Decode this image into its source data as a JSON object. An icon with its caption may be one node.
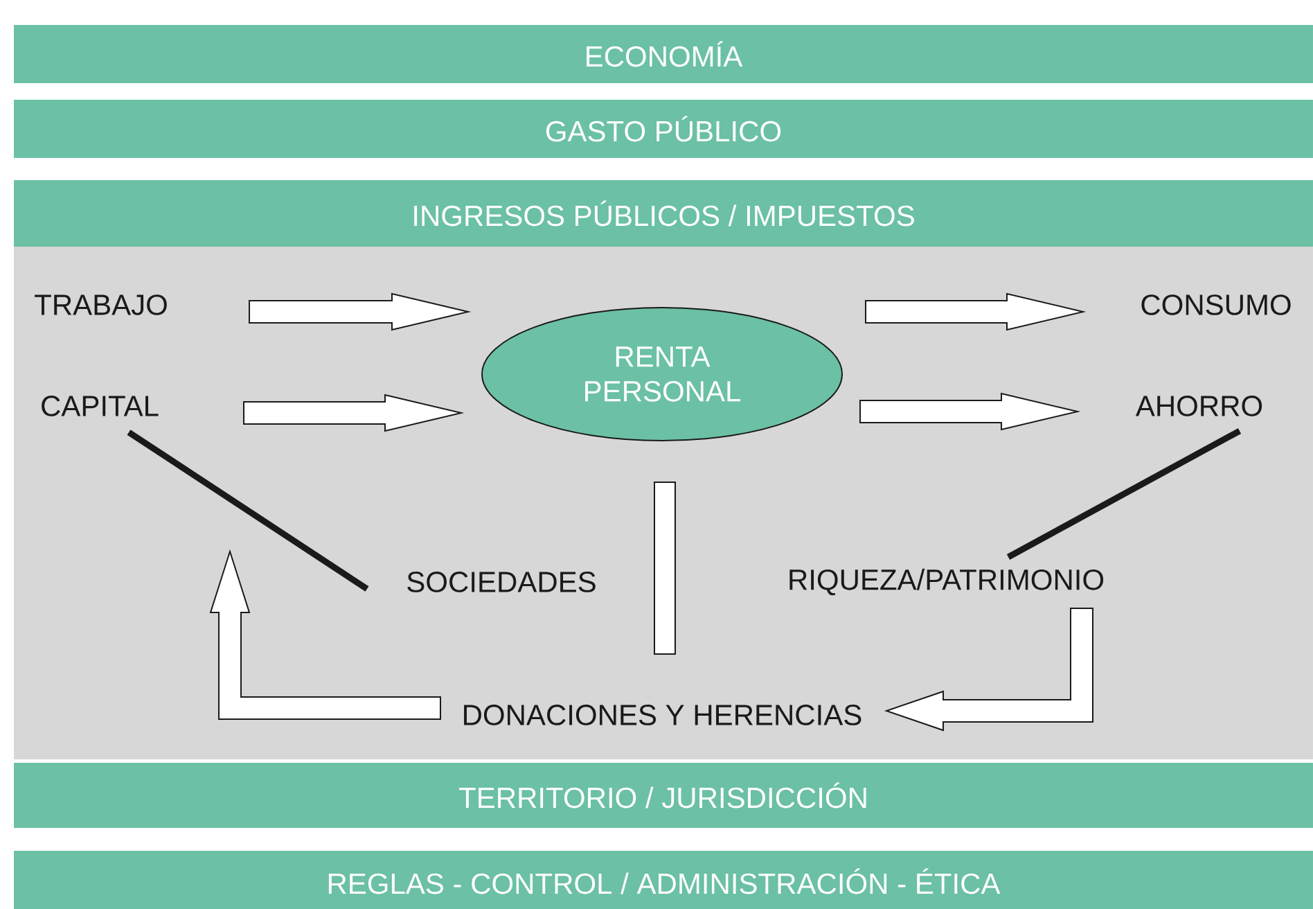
{
  "diagram": {
    "nodes": [
      {
        "text": [
          "ECONOMÍA"
        ]
      },
      {
        "text": [
          "GASTO PÚBLICO"
        ]
      },
      {
        "text": [
          "INGRESOS PÚBLICOS / IMPUESTOS"
        ]
      },
      {
        "text": [
          "TRABAJO"
        ]
      },
      {
        "text": [
          "RENTA PERSONAL"
        ]
      },
      {
        "text": [
          "CONSUMO"
        ]
      },
      {
        "text": [
          "CAPITAL"
        ]
      },
      {
        "text": [
          "AHORRO"
        ]
      },
      {
        "text": [
          "SOCIEDADES"
        ]
      },
      {
        "text": [
          "RIQUEZA/PATRIMONIO"
        ]
      },
      {
        "text": [
          "DONACIONES Y HERENCIAS"
        ]
      },
      {
        "text": [
          "TERRITORIO / JURISDICCIÓN"
        ]
      },
      {
        "text": [
          "REGLAS - CONTROL / ADMINISTRACIÓN - ÉTICA"
        ]
      }
    ],
    "edges": [
      {
        "from": 3,
        "to": 4,
        "arrow": "to"
      },
      {
        "from": 6,
        "to": 4,
        "arrow": "to"
      },
      {
        "from": 4,
        "to": 5,
        "arrow": "to"
      },
      {
        "from": 4,
        "to": 7,
        "arrow": "to"
      },
      {
        "from": 6,
        "to": 8,
        "arrow": "none"
      },
      {
        "from": 7,
        "to": 9,
        "arrow": "none"
      },
      {
        "from": 4,
        "to": 10,
        "arrow": "none"
      },
      {
        "from": 9,
        "to": 10,
        "arrow": "to"
      },
      {
        "from": 10,
        "to": null,
        "arrow": "to"
      }
    ]
  }
}
